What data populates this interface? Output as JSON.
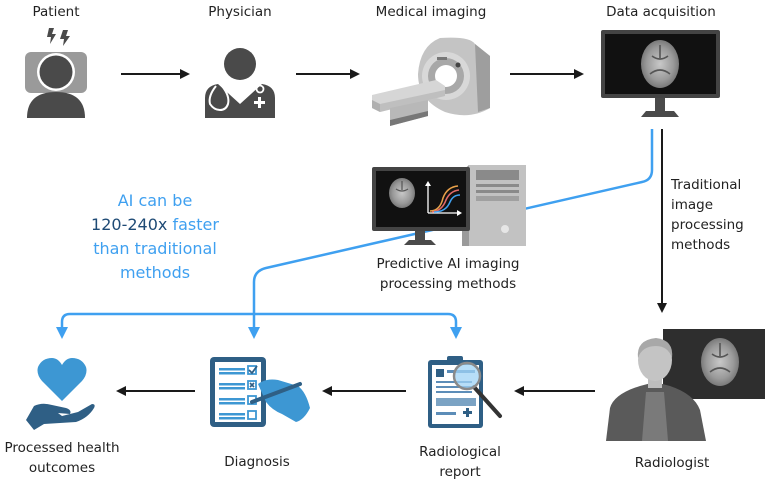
{
  "diagram": {
    "nodes": {
      "patient": {
        "label": "Patient"
      },
      "physician": {
        "label": "Physician"
      },
      "medical_imaging": {
        "label": "Medical imaging"
      },
      "data_acquisition": {
        "label": "Data acquisition"
      },
      "predictive_ai": {
        "label_line1": "Predictive AI imaging",
        "label_line2": "processing methods"
      },
      "radiologist": {
        "label": "Radiologist"
      },
      "radiological_report": {
        "label_line1": "Radiological",
        "label_line2": "report"
      },
      "diagnosis": {
        "label": "Diagnosis"
      },
      "outcomes": {
        "label_line1": "Processed health",
        "label_line2": "outcomes"
      }
    },
    "traditional_path": {
      "label_lines": [
        "Traditional",
        "image",
        "processing",
        "methods"
      ]
    },
    "ai_callout": {
      "line1": "AI can be",
      "line2_highlight": "120-240x",
      "line2_rest": " faster",
      "line3": "than traditional",
      "line4": "methods"
    },
    "edges": [
      {
        "from": "Patient",
        "to": "Physician",
        "style": "black"
      },
      {
        "from": "Physician",
        "to": "Medical imaging",
        "style": "black"
      },
      {
        "from": "Medical imaging",
        "to": "Data acquisition",
        "style": "black"
      },
      {
        "from": "Data acquisition",
        "to": "Radiologist",
        "style": "black",
        "label": "Traditional image processing methods"
      },
      {
        "from": "Radiologist",
        "to": "Radiological report",
        "style": "black"
      },
      {
        "from": "Radiological report",
        "to": "Diagnosis",
        "style": "black"
      },
      {
        "from": "Diagnosis",
        "to": "Processed health outcomes",
        "style": "black"
      },
      {
        "from": "Data acquisition",
        "to": "Diagnosis",
        "via": "Predictive AI imaging processing methods",
        "style": "blue"
      },
      {
        "from": "Data acquisition",
        "to": "Radiological report",
        "via": "Predictive AI imaging processing methods",
        "style": "blue"
      },
      {
        "from": "Data acquisition",
        "to": "Processed health outcomes",
        "via": "Predictive AI imaging processing methods",
        "style": "blue"
      }
    ],
    "colors": {
      "ai_path": "#3fa0f0",
      "traditional_path": "#1a1a1a",
      "icon_dark_gray": "#4a4a4a",
      "icon_blue": "#3d97d3",
      "icon_navy": "#2f5f85",
      "highlight_text": "#1e4a75"
    }
  }
}
